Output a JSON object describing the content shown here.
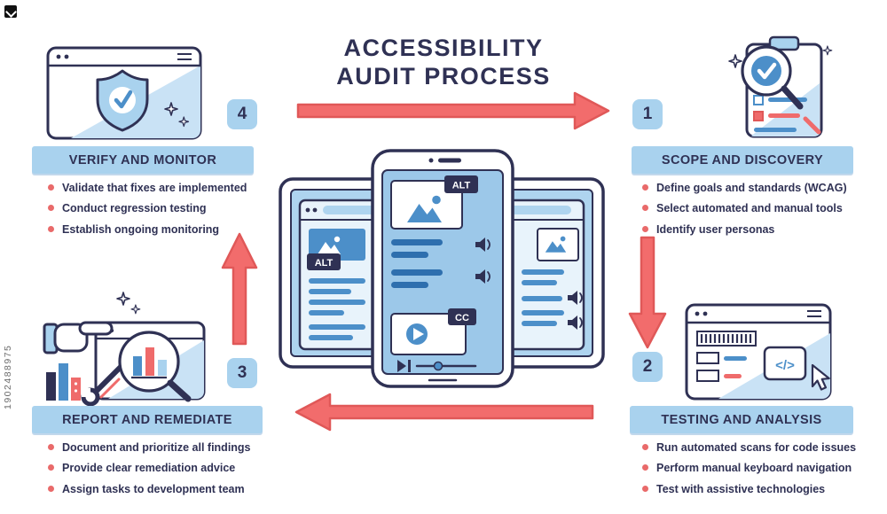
{
  "title": {
    "line1": "ACCESSIBILITY",
    "line2": "AUDIT PROCESS"
  },
  "steps": [
    {
      "number": "1",
      "title": "SCOPE AND DISCOVERY",
      "bullets": [
        "Define goals and standards (WCAG)",
        "Select automated and manual tools",
        "Identify user personas"
      ]
    },
    {
      "number": "2",
      "title": "TESTING AND ANALYSIS",
      "bullets": [
        "Run automated scans for code issues",
        "Perform manual keyboard navigation",
        "Test with assistive technologies"
      ]
    },
    {
      "number": "3",
      "title": "REPORT AND REMEDIATE",
      "bullets": [
        "Document and prioritize all findings",
        "Provide clear remediation advice",
        "Assign tasks to development team"
      ]
    },
    {
      "number": "4",
      "title": "VERIFY AND MONITOR",
      "bullets": [
        "Validate that fixes are implemented",
        "Conduct regression testing",
        "Establish ongoing monitoring"
      ]
    }
  ],
  "glyphs": {
    "alt": "ALT",
    "cc": "CC",
    "code": "</>"
  },
  "watermark": {
    "id": "1902488975"
  },
  "colors": {
    "navy": "#2f3154",
    "light_blue": "#a9d2ee",
    "mid_blue": "#4c8fc9",
    "shade_blue": "#c9e2f5",
    "red": "#ef6b6b",
    "bullet_red": "#e96a6a"
  }
}
